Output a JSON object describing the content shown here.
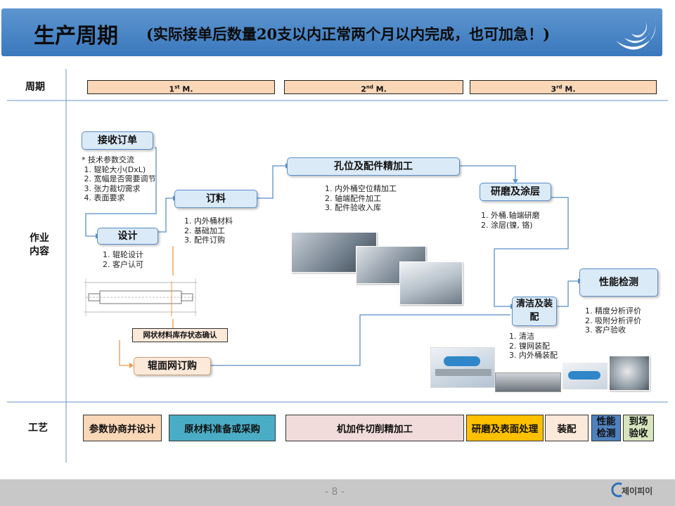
{
  "header": {
    "title": "生产周期",
    "subtitle": "(实际接单后数量20支以内正常两个月以内完成，也可加急！)"
  },
  "rows": {
    "period": "周期",
    "work": "作业\n内容",
    "process": "工艺"
  },
  "periods": [
    "1st M.",
    "2nd M.",
    "3rd M."
  ],
  "steps": {
    "receive": {
      "label": "接收订单",
      "notes": "* 技术参数交流\n 1. 辊轮大小(DxL)\n 2. 宽幅是否需要调节\n 3. 张力裁切需求\n 4. 表面要求"
    },
    "design": {
      "label": "设计",
      "notes": "1. 辊轮设计\n2. 客户认可"
    },
    "order": {
      "label": "订料",
      "notes": "1. 内外桶材料\n2. 基础加工\n3. 配件订购"
    },
    "machining": {
      "label": "孔位及配件精加工",
      "notes": "1. 内外桶空位精加工\n2. 轴端配件加工\n3. 配件验收入库"
    },
    "grinding": {
      "label": "研磨及涂层",
      "notes": "1. 外桶.轴端研磨\n2. 涂层(镍, 铬)"
    },
    "assembly": {
      "label": "清洁及装\n配",
      "notes": "1. 清洁\n2. 镍网装配\n3. 内外桶装配"
    },
    "test": {
      "label": "性能检测",
      "notes": "1. 精度分析评价\n2. 吸附分析评价\n3. 客户验收"
    },
    "stock_check": {
      "label": "网状材料库存状态确认"
    },
    "mesh_order": {
      "label": "辊面网订购"
    }
  },
  "process": [
    {
      "label": "参数协商并设计",
      "color": "#fad7b7"
    },
    {
      "label": "原材料准备或采购",
      "color": "#4bacc6"
    },
    {
      "label": "机加件切削精加工",
      "color": "#f2dcdb"
    },
    {
      "label": "研磨及表面处理",
      "color": "#ffc000"
    },
    {
      "label": "装配",
      "color": "#fde9d9"
    },
    {
      "label": "性能\n检测",
      "color": "#4f81bd"
    },
    {
      "label": "到场\n验收",
      "color": "#d7e4bd"
    }
  ],
  "footer": {
    "page": "- 8 -",
    "logo_text": "제이피이"
  },
  "colors": {
    "header": "#3a78bd",
    "accent_line": "#5b8ec6",
    "orange_line": "#f79646"
  }
}
